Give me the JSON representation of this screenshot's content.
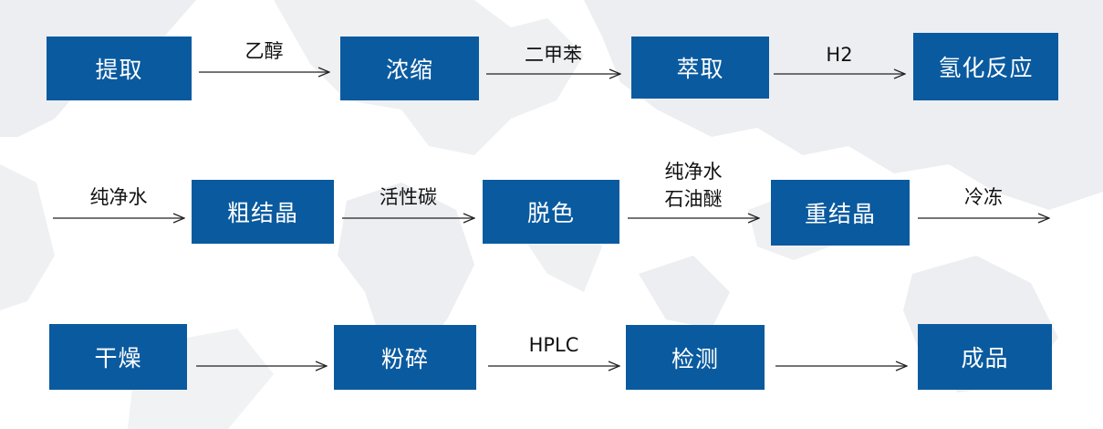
{
  "colors": {
    "step_fill": "#0a5a9f",
    "step_text": "#ffffff",
    "label_text": "#111111",
    "arrow": "#222222",
    "map_shade": "#eceef1"
  },
  "row1": {
    "steps": [
      "提取",
      "浓缩",
      "萃取",
      "氢化反应"
    ],
    "labels": [
      "乙醇",
      "二甲苯",
      "H2"
    ]
  },
  "row2": {
    "steps": [
      "粗结晶",
      "脱色",
      "重结晶"
    ],
    "labels": [
      "纯净水",
      "活性碳",
      "纯净水",
      "石油醚",
      "冷冻"
    ]
  },
  "row3": {
    "steps": [
      "干燥",
      "粉碎",
      "检测",
      "成品"
    ],
    "labels": [
      "HPLC"
    ]
  }
}
